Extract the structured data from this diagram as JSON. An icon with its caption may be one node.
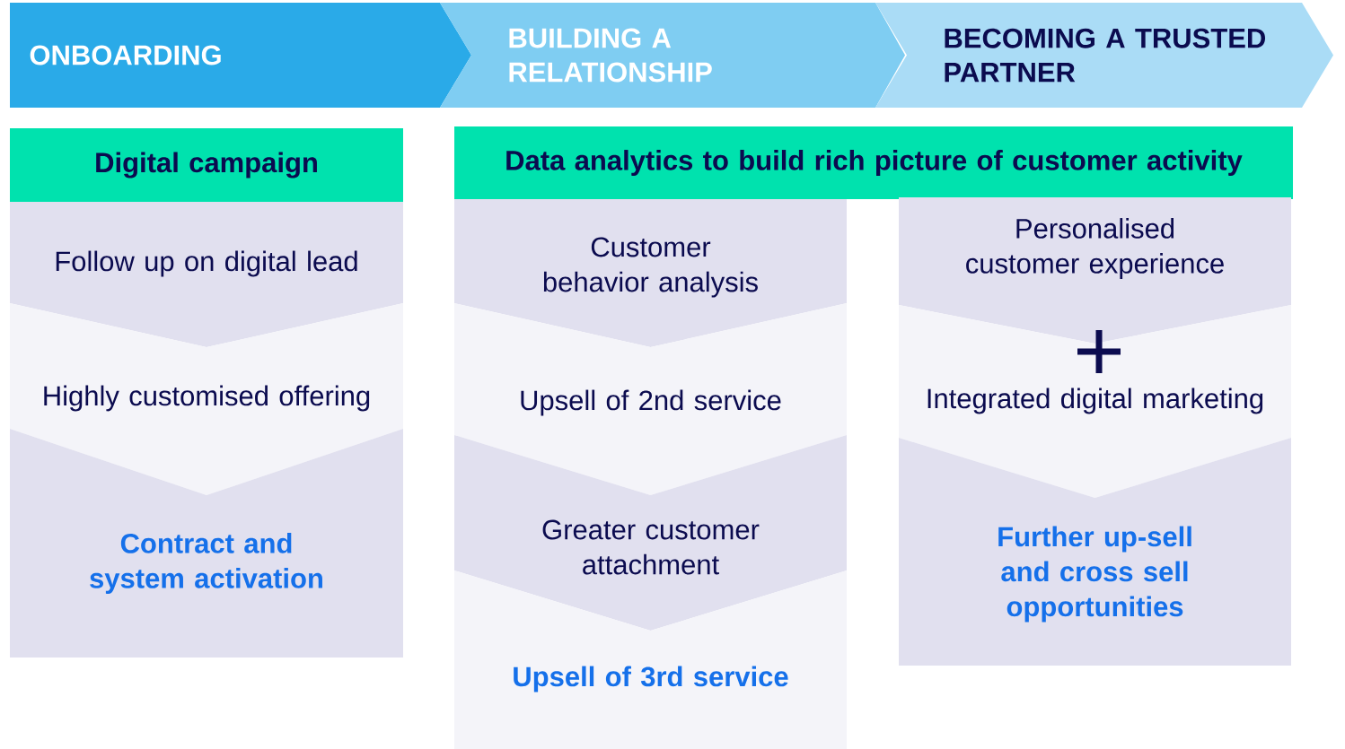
{
  "diagram": {
    "nodes": [
      {
        "text": [
          "ONBOARDING"
        ]
      },
      {
        "text": [
          "BUILDING A RELATIONSHIP"
        ]
      },
      {
        "text": [
          "BECOMING A TRUSTED PARTNER"
        ]
      },
      {
        "text": [
          "Digital campaign"
        ]
      },
      {
        "text": [
          "Data analytics to build rich picture of customer activity"
        ]
      },
      {
        "text": [
          "Follow up on digital lead"
        ]
      },
      {
        "text": [
          "Highly customised offering"
        ]
      },
      {
        "text": [
          "Contract and system activation"
        ]
      },
      {
        "text": [
          "Customer behavior analysis"
        ]
      },
      {
        "text": [
          "Upsell of 2nd service"
        ]
      },
      {
        "text": [
          "Greater customer attachment"
        ]
      },
      {
        "text": [
          "Upsell of 3rd service"
        ]
      },
      {
        "text": [
          "Personalised customer experience"
        ]
      },
      {
        "text": [
          "Integrated digital marketing"
        ]
      },
      {
        "text": [
          "Further up-sell and cross sell opportunities"
        ]
      }
    ]
  }
}
